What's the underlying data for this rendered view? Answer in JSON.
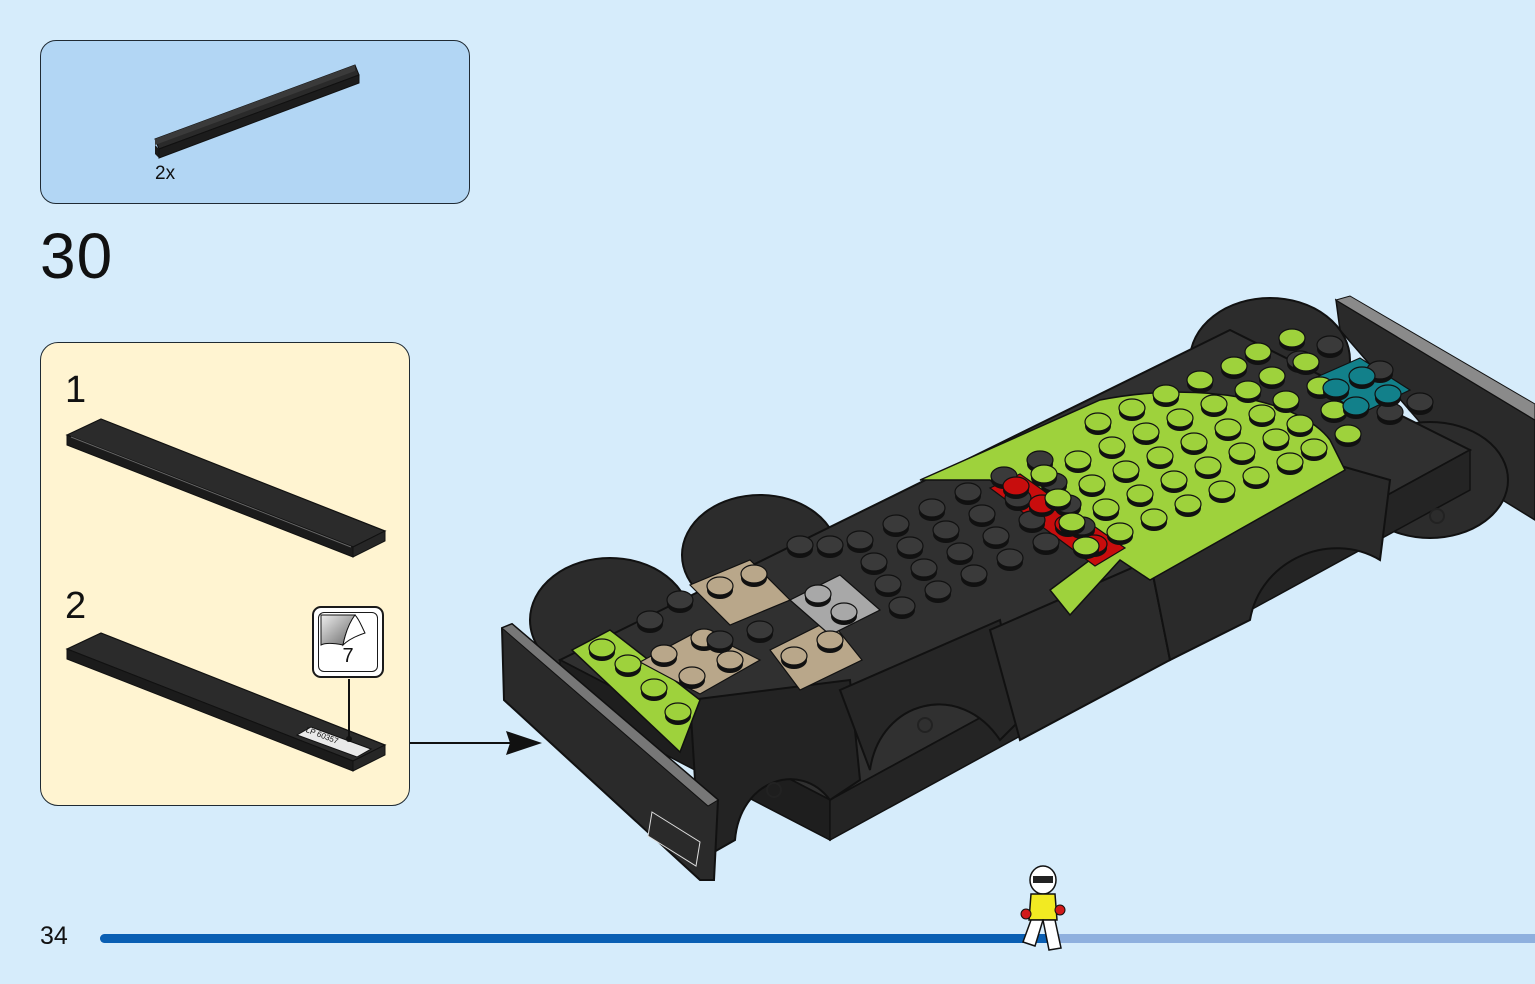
{
  "parts_list": {
    "quantity": "2x",
    "part": "black 1x6 tile"
  },
  "step": {
    "number": "30"
  },
  "subassembly": {
    "steps": [
      {
        "number": "1"
      },
      {
        "number": "2"
      }
    ],
    "sticker": {
      "number": "7",
      "text": "LP 60357"
    }
  },
  "page": {
    "number": "34"
  },
  "progress": {
    "fraction": 0.66
  },
  "colors": {
    "background": "#d6ecfb",
    "parts_box": "#b2d6f4",
    "subassembly_box": "#fff4d1",
    "lime": "#9ed23c",
    "red": "#c80d0d",
    "tan": "#b9a78a",
    "teal": "#12808a",
    "progress_fill": "#0a5fb3",
    "progress_track": "#8fb0de"
  }
}
